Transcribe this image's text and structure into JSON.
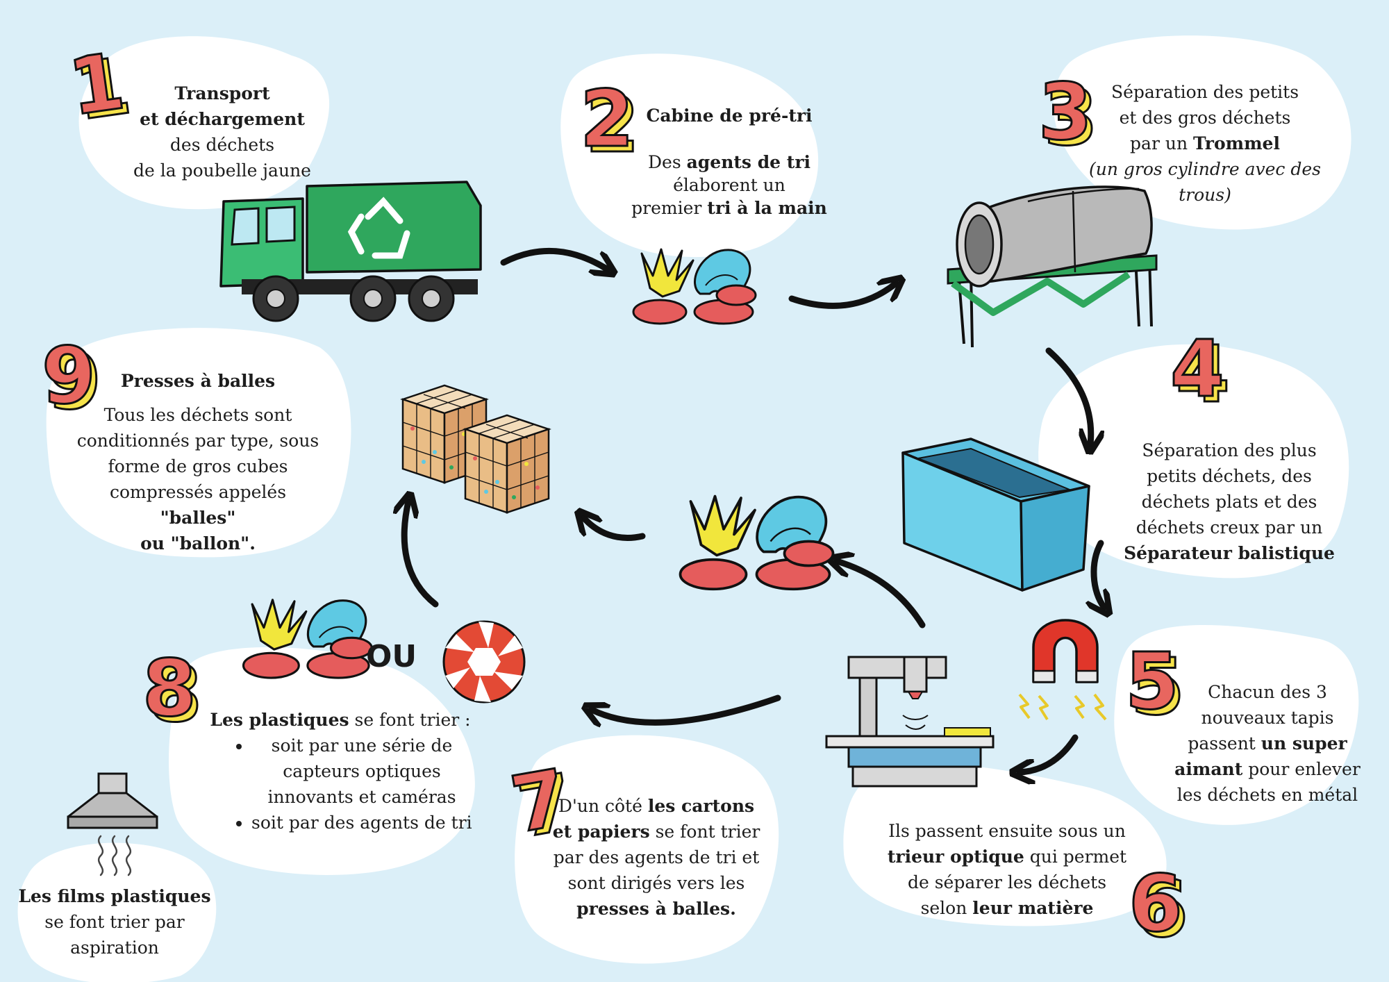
{
  "steps": [
    {
      "number": "1",
      "line1": "Transport",
      "line2": "et déchargement",
      "line3": "des déchets",
      "line4": "de la poubelle jaune"
    },
    {
      "number": "2",
      "title": "Cabine de pré-tri",
      "p1": "Des ",
      "p1b": "agents de tri",
      "p2": "élaborent un",
      "p3": "premier ",
      "p3b": "tri à la main"
    },
    {
      "number": "3",
      "line1": "Séparation des petits",
      "line2": "et  des gros déchets",
      "line3": "par un ",
      "line3b": "Trommel",
      "line4": "(un gros cylindre avec des trous)"
    },
    {
      "number": "4",
      "line1": "Séparation des plus",
      "line2": "petits déchets, des",
      "line3": "déchets plats et des",
      "line4": "déchets creux par un",
      "line5": "Séparateur balistique"
    },
    {
      "number": "5",
      "line1": "Chacun des 3",
      "line2": "nouveaux tapis",
      "line3": "passent ",
      "line3b": "un super",
      "line4b": "aimant",
      "line4": " pour enlever",
      "line5": "les déchets en métal"
    },
    {
      "number": "6",
      "line1": "Ils passent ensuite sous un",
      "line2b": "trieur optique",
      "line2": " qui permet",
      "line3": "de séparer les déchets",
      "line4": "selon ",
      "line4b": "leur matière"
    },
    {
      "number": "7",
      "line1": "D'un côté ",
      "line1b": "les cartons",
      "line2b": "et papiers",
      "line2": " se font trier",
      "line3": "par des agents de tri et",
      "line4": "sont dirigés vers les",
      "line5b": "presses à balles."
    },
    {
      "number": "8",
      "lead_b": "Les plastiques",
      "lead": " se font trier :",
      "bullet1": "soit par une série de capteurs optiques innovants et caméras",
      "bullet2": "soit par des agents de tri",
      "or_label": "OU"
    },
    {
      "number": "9",
      "title": "Presses à balles",
      "line1": "Tous les déchets sont",
      "line2": "conditionnés par type, sous",
      "line3": "forme de gros cubes",
      "line4": "compressés appelés ",
      "line4b": "\"balles\"",
      "line5b": "ou \"ballon\"."
    }
  ],
  "films": {
    "line1b": "Les films plastiques",
    "line2": "se font trier par",
    "line3": "aspiration"
  },
  "colors": {
    "background": "#dbeff8",
    "bubble": "#ffffff",
    "number_fill": "#e8665f",
    "number_shadow": "#f6e34a",
    "truck_green": "#2fa75d",
    "glove_blue": "#5ec9e3",
    "glove_yellow": "#f1e63c",
    "blob_red": "#e55c5c",
    "magnet_red": "#e0362a",
    "bin_blue": "#5bc0e0"
  },
  "icons": [
    "truck-icon",
    "recycle-icon",
    "glove-icon",
    "trommel-icon",
    "ballistic-separator-icon",
    "magnet-icon",
    "optical-sorter-icon",
    "aperture-icon",
    "hood-icon",
    "bale-icon"
  ]
}
